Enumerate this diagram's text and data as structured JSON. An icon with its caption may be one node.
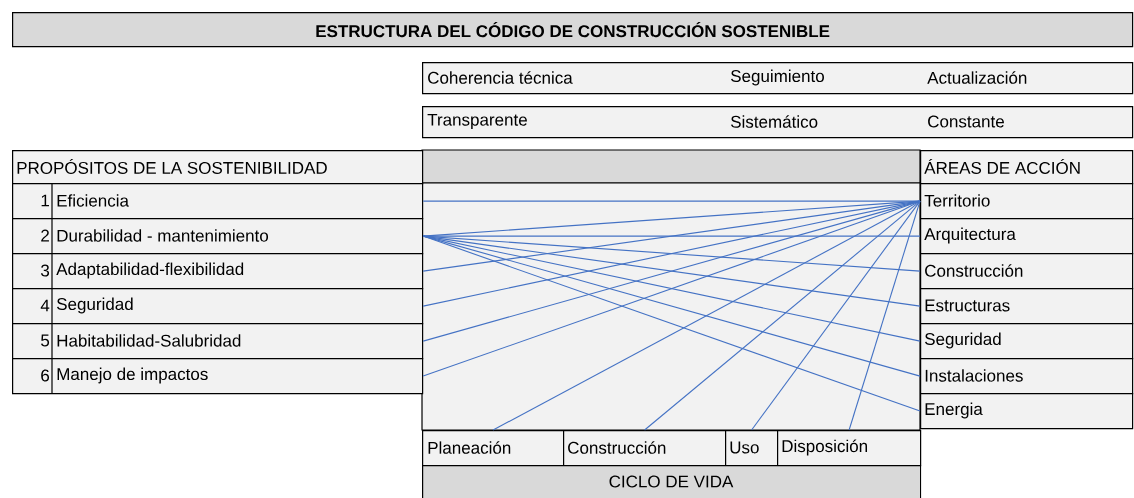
{
  "diagram": {
    "title": "ESTRUCTURA DEL CÓDIGO DE CONSTRUCCIÓN SOSTENIBLE",
    "nodes": [
      {
        "text": [
          "Coherencia técnica",
          "Seguimiento",
          "Actualización"
        ]
      },
      {
        "text": [
          "Transparente",
          "Sistemático",
          "Constante"
        ]
      },
      {
        "text": [
          "PROPÓSITOS DE LA SOSTENIBILIDAD"
        ]
      },
      {
        "text": [
          "ÁREAS DE ACCIÓN"
        ]
      },
      {
        "text": [
          "1",
          "Eficiencia"
        ]
      },
      {
        "text": [
          "2",
          "Durabilidad - mantenimiento"
        ]
      },
      {
        "text": [
          "3",
          "Adaptabilidad-flexibilidad"
        ]
      },
      {
        "text": [
          "4",
          "Seguridad"
        ]
      },
      {
        "text": [
          "5",
          "Habitabilidad-Salubridad"
        ]
      },
      {
        "text": [
          "6",
          "Manejo de impactos"
        ]
      },
      {
        "text": [
          "Territorio"
        ]
      },
      {
        "text": [
          "Arquitectura"
        ]
      },
      {
        "text": [
          "Construcción"
        ]
      },
      {
        "text": [
          "Estructuras"
        ]
      },
      {
        "text": [
          "Seguridad"
        ]
      },
      {
        "text": [
          "Instalaciones"
        ]
      },
      {
        "text": [
          "Energia"
        ]
      },
      {
        "text": [
          "Planeación"
        ]
      },
      {
        "text": [
          "Construcción"
        ]
      },
      {
        "text": [
          "Uso"
        ]
      },
      {
        "text": [
          "Disposición"
        ]
      },
      {
        "text": [
          "CICLO DE VIDA"
        ]
      }
    ],
    "edges": [
      {
        "from": 4,
        "to": 10,
        "arrow": "none"
      },
      {
        "from": 5,
        "to": 10,
        "arrow": "none"
      },
      {
        "from": 5,
        "to": 11,
        "arrow": "none"
      },
      {
        "from": 5,
        "to": 12,
        "arrow": "none"
      },
      {
        "from": 5,
        "to": 13,
        "arrow": "none"
      },
      {
        "from": 5,
        "to": 14,
        "arrow": "none"
      },
      {
        "from": 5,
        "to": 15,
        "arrow": "none"
      },
      {
        "from": 5,
        "to": 16,
        "arrow": "none"
      },
      {
        "from": 6,
        "to": 10,
        "arrow": "none"
      },
      {
        "from": 7,
        "to": 10,
        "arrow": "none"
      },
      {
        "from": 8,
        "to": 10,
        "arrow": "none"
      },
      {
        "from": 9,
        "to": 10,
        "arrow": "none"
      },
      {
        "from": 17,
        "to": 10,
        "arrow": "none"
      },
      {
        "from": 18,
        "to": 10,
        "arrow": "none"
      },
      {
        "from": 19,
        "to": 10,
        "arrow": "none"
      },
      {
        "from": 20,
        "to": 10,
        "arrow": "none"
      }
    ]
  }
}
